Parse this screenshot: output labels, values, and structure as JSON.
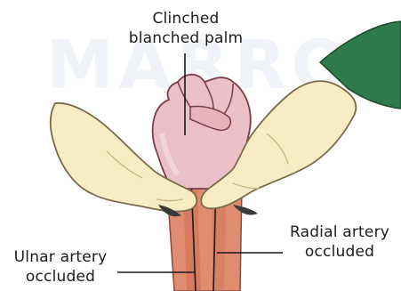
{
  "watermark": "MARROW",
  "labels": {
    "palm": {
      "line1": "Clinched",
      "line2": "blanched palm"
    },
    "radial": {
      "line1": "Radial artery",
      "line2": "occluded"
    },
    "ulnar": {
      "line1": "Ulnar artery",
      "line2": "occluded"
    }
  },
  "colors": {
    "skin_pale": "#f2d9c8",
    "fist_pink": "#ecc0c8",
    "glove": "#f7ecc4",
    "glove_outline": "#7a6a4a",
    "sleeve_green": "#2f7a4a",
    "forearm": "#e08c70",
    "artery_line": "#1a1a1a"
  }
}
